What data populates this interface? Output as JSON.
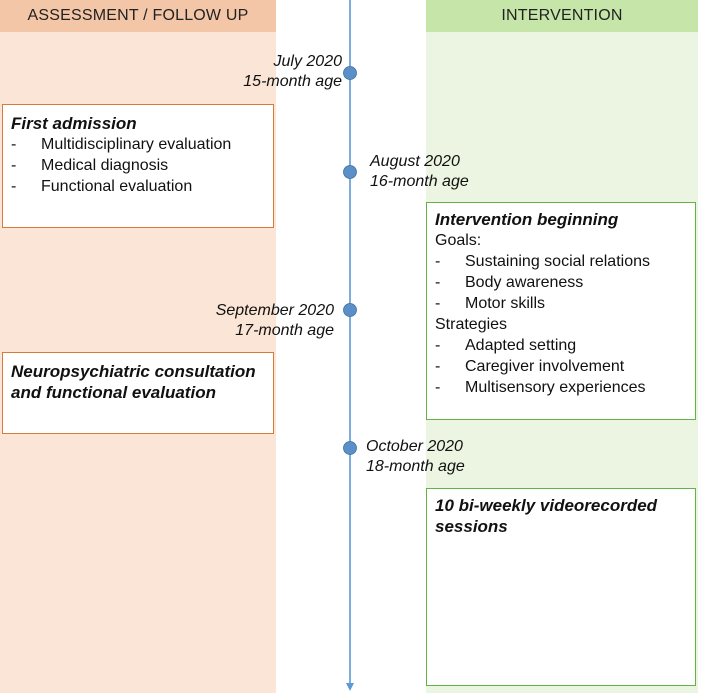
{
  "colors": {
    "assessment_bg": "#fbe5d6",
    "assessment_header": "#f4c6a8",
    "assessment_border": "#d87a38",
    "intervention_bg": "#ebf5e1",
    "intervention_header": "#c6e5a8",
    "intervention_border": "#62b248",
    "timeline": "#5b9bd5",
    "timeline_dot": "#5b8fc7"
  },
  "columns": {
    "assessment": "ASSESSMENT / FOLLOW UP",
    "intervention": "INTERVENTION"
  },
  "milestones": [
    {
      "date": "July 2020",
      "age": "15-month age"
    },
    {
      "date": "August 2020",
      "age": "16-month age"
    },
    {
      "date": "September 2020",
      "age": "17-month age"
    },
    {
      "date": "October 2020",
      "age": "18-month age"
    }
  ],
  "first_admission": {
    "title": "First admission",
    "items": [
      "Multidisciplinary evaluation",
      "Medical diagnosis",
      "Functional evaluation"
    ]
  },
  "neuro": {
    "title": "Neuropsychiatric consultation and  functional evaluation"
  },
  "intervention_box": {
    "title": "Intervention beginning",
    "goals_label": "Goals:",
    "goals": [
      "Sustaining social relations",
      "Body awareness",
      "Motor skills"
    ],
    "strategies_label": "Strategies",
    "strategies": [
      "Adapted setting",
      "Caregiver involvement",
      "Multisensory experiences"
    ]
  },
  "sessions": {
    "title": "10 bi-weekly videorecorded sessions"
  }
}
